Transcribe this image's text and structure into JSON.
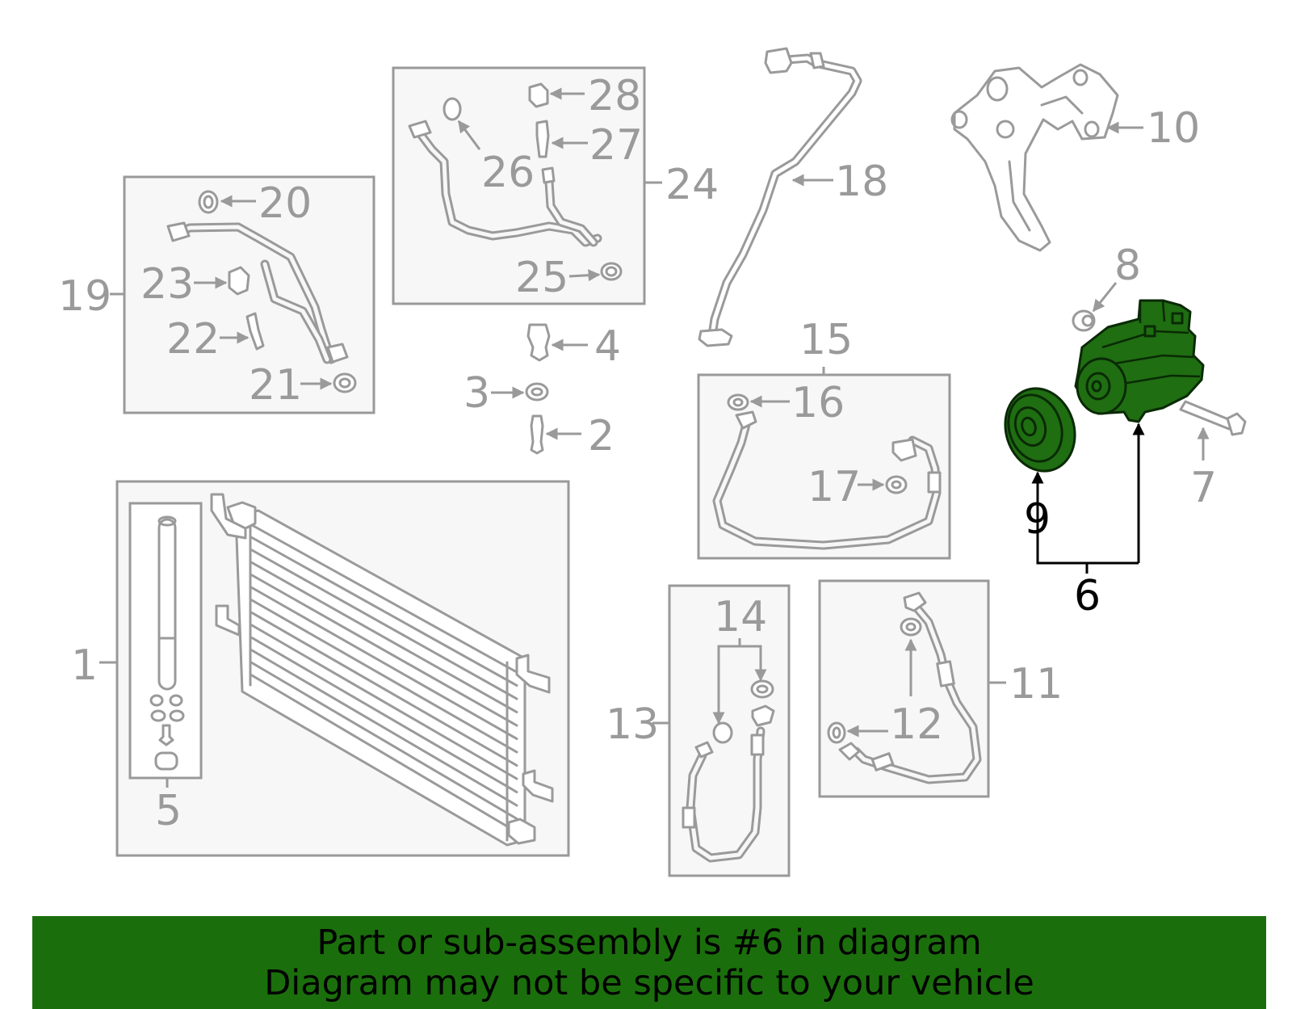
{
  "labels": {
    "p1": "1",
    "p2": "2",
    "p3": "3",
    "p4": "4",
    "p5": "5",
    "p6": "6",
    "p7": "7",
    "p8": "8",
    "p9": "9",
    "p10": "10",
    "p11": "11",
    "p12": "12",
    "p13": "13",
    "p14": "14",
    "p15": "15",
    "p16": "16",
    "p17": "17",
    "p18": "18",
    "p19": "19",
    "p20": "20",
    "p21": "21",
    "p22": "22",
    "p23": "23",
    "p24": "24",
    "p25": "25",
    "p26": "26",
    "p27": "27",
    "p28": "28"
  },
  "highlight": {
    "part": "6",
    "color": "#1b6e0c"
  },
  "banner": {
    "line1": "Part or sub-assembly is #6 in diagram",
    "line2": "Diagram may not be specific to your vehicle"
  }
}
